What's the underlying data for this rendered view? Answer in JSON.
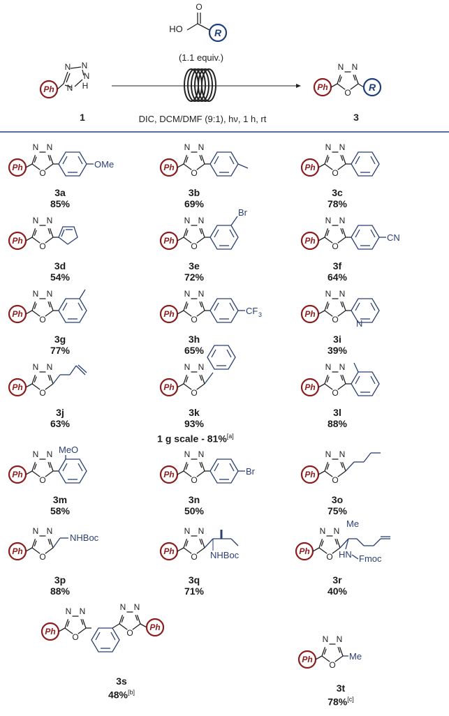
{
  "colors": {
    "ph_ring": "#8b1d1d",
    "r_ring": "#1f3f7a",
    "substituent": "#2a3f73",
    "divider": "#1f3f7a"
  },
  "scheme": {
    "acid_prefix": "HO",
    "acid_o": "O",
    "r_label": "R",
    "ph_label": "Ph",
    "equiv": "(1.1 equiv.)",
    "conditions": "DIC, DCM/DMF (9:1), hν, 1 h, rt",
    "sm_label": "1",
    "product_label": "3",
    "tetrazole_h": "H"
  },
  "atoms": {
    "N": "N",
    "O": "O"
  },
  "subs": {
    "ome": "OMe",
    "br": "Br",
    "cn": "CN",
    "cf": "CF",
    "three": "3",
    "n": "N",
    "meo": "MeO",
    "nhboc": "NHBoc",
    "me": "Me",
    "hn": "HN",
    "fmoc": "Fmoc"
  },
  "products": [
    {
      "id": "3a",
      "yield": "85%"
    },
    {
      "id": "3b",
      "yield": "69%"
    },
    {
      "id": "3c",
      "yield": "78%"
    },
    {
      "id": "3d",
      "yield": "54%"
    },
    {
      "id": "3e",
      "yield": "72%"
    },
    {
      "id": "3f",
      "yield": "64%"
    },
    {
      "id": "3g",
      "yield": "77%"
    },
    {
      "id": "3h",
      "yield": "65%"
    },
    {
      "id": "3i",
      "yield": "39%"
    },
    {
      "id": "3j",
      "yield": "63%"
    },
    {
      "id": "3k",
      "yield": "93%"
    },
    {
      "id": "3l",
      "yield": "88%"
    },
    {
      "id": "3m",
      "yield": "58%"
    },
    {
      "id": "3n",
      "yield": "50%"
    },
    {
      "id": "3o",
      "yield": "75%"
    },
    {
      "id": "3p",
      "yield": "88%"
    },
    {
      "id": "3q",
      "yield": "71%"
    },
    {
      "id": "3r",
      "yield": "40%"
    },
    {
      "id": "3s",
      "yield": "48%",
      "note": "[b]"
    },
    {
      "id": "3t",
      "yield": "78%",
      "note": "[c]"
    }
  ],
  "scale_note": {
    "text": "1 g scale - 81%",
    "mark": "[a]"
  }
}
